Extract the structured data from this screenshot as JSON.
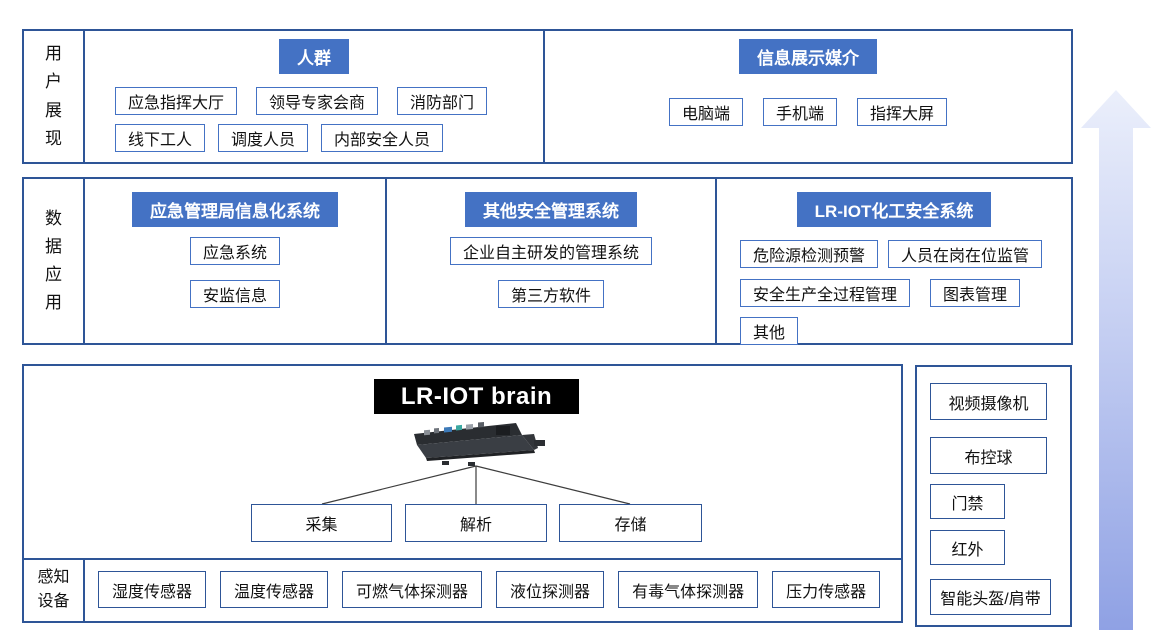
{
  "colors": {
    "accent_blue": "#4472C4",
    "border_dark": "#2E5597",
    "banner_bg": "#000000",
    "arrow_top": "#EBEFFB",
    "arrow_bottom": "#8FA1E4"
  },
  "user_display": {
    "label": "用户展现",
    "crowd": {
      "header": "人群",
      "row1": [
        "应急指挥大厅",
        "领导专家会商",
        "消防部门"
      ],
      "row2": [
        "线下工人",
        "调度人员",
        "内部安全人员"
      ]
    },
    "media": {
      "header": "信息展示媒介",
      "items": [
        "电脑端",
        "手机端",
        "指挥大屏"
      ]
    }
  },
  "data_application": {
    "label": "数据应用",
    "col1": {
      "header": "应急管理局信息化系统",
      "items": [
        "应急系统",
        "安监信息"
      ]
    },
    "col2": {
      "header": "其他安全管理系统",
      "items": [
        "企业自主研发的管理系统",
        "第三方软件"
      ]
    },
    "col3": {
      "header": "LR-IOT化工安全系统",
      "row1": [
        "危险源检测预警",
        "人员在岗在位监管"
      ],
      "row2": [
        "安全生产全过程管理",
        "图表管理"
      ],
      "row3": [
        "其他"
      ]
    }
  },
  "brain": {
    "title": "LR-IOT brain",
    "device_icon": "rack-server",
    "functions": [
      "采集",
      "解析",
      "存储"
    ]
  },
  "sensing": {
    "label": "感知设备",
    "items": [
      "湿度传感器",
      "温度传感器",
      "可燃气体探测器",
      "液位探测器",
      "有毒气体探测器",
      "压力传感器"
    ]
  },
  "device_column": {
    "items": [
      "视频摄像机",
      "布控球",
      "门禁",
      "红外",
      "智能头盔/肩带"
    ]
  }
}
